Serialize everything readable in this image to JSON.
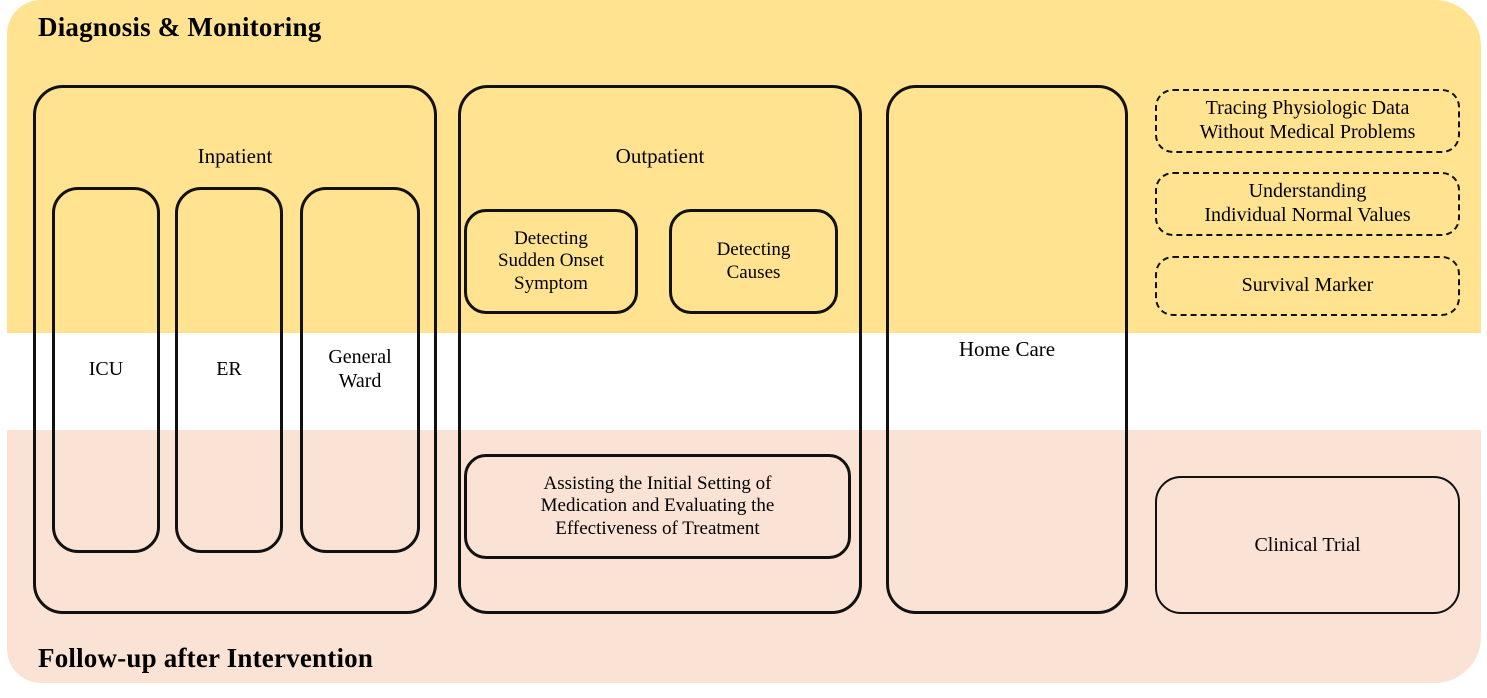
{
  "bands": {
    "top": {
      "title": "Diagnosis & Monitoring",
      "color": "#FFE391"
    },
    "bottom": {
      "title": "Follow-up after Intervention",
      "color": "#FAE3D5"
    },
    "middle": {
      "color": "#FFFFFF"
    }
  },
  "columns": {
    "inpatient": {
      "label": "Inpatient",
      "children": [
        {
          "label": "ICU"
        },
        {
          "label": "ER"
        },
        {
          "label": "General\nWard"
        }
      ]
    },
    "outpatient": {
      "label": "Outpatient",
      "children": [
        {
          "label": "Detecting\nSudden Onset\nSymptom"
        },
        {
          "label": "Detecting\nCauses"
        },
        {
          "label": "Assisting the Initial Setting of\nMedication and Evaluating the\nEffectiveness of Treatment"
        }
      ]
    },
    "home_care": {
      "label": "Home Care"
    }
  },
  "right_panel": {
    "dashed_items": [
      {
        "label": "Tracing Physiologic Data\nWithout Medical Problems"
      },
      {
        "label": "Understanding\nIndividual Normal Values"
      },
      {
        "label": "Survival Marker"
      }
    ],
    "solid_items": [
      {
        "label": "Clinical Trial"
      }
    ]
  },
  "style": {
    "stroke": "#111111",
    "text": "#000000"
  }
}
